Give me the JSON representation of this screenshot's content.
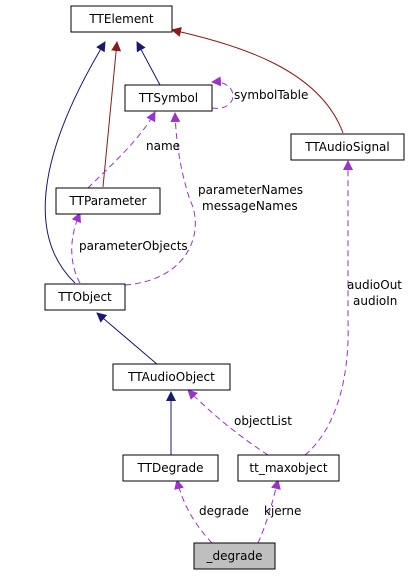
{
  "colors": {
    "inheritance": "#191970",
    "template": "#8b1a1a",
    "member": "#9a32cd",
    "highlight_fill": "#bfbfbf"
  },
  "nodes": {
    "ttelement": "TTElement",
    "ttsymbol": "TTSymbol",
    "ttaudiosignal": "TTAudioSignal",
    "ttparameter": "TTParameter",
    "ttobject": "TTObject",
    "ttaudioobject": "TTAudioObject",
    "ttdegrade": "TTDegrade",
    "tt_maxobject": "tt_maxobject",
    "degrade_struct": "_degrade"
  },
  "edge_labels": {
    "symbol_table": "symbolTable",
    "name": "name",
    "parameter_names": "parameterNames",
    "message_names": "messageNames",
    "parameter_objects": "parameterObjects",
    "audio_out": "audioOut",
    "audio_in": "audioIn",
    "object_list": "objectList",
    "degrade": "degrade",
    "kjerne": "kjerne"
  }
}
